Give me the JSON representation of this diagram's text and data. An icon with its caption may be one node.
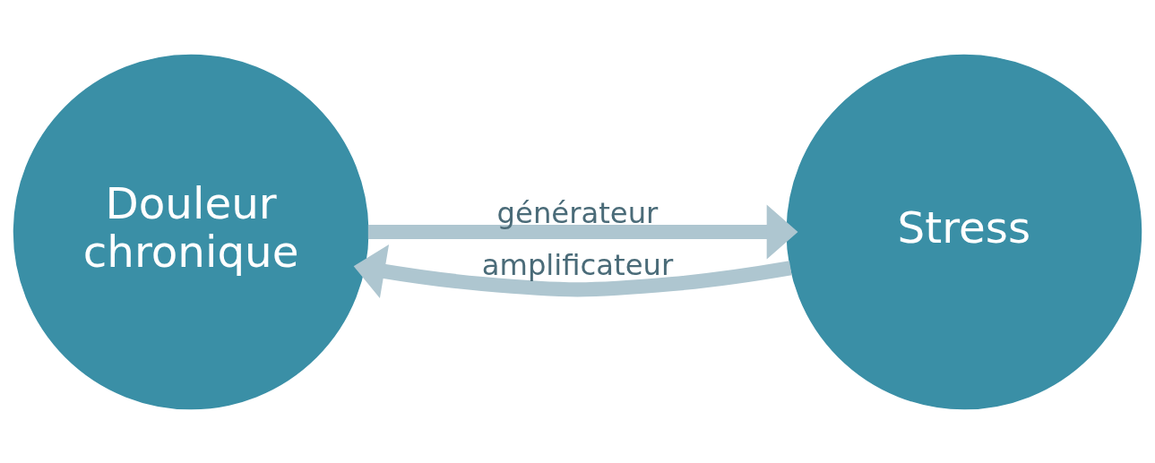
{
  "diagram": {
    "nodes": [
      {
        "text": [
          "Douleur chronique"
        ]
      },
      {
        "text": [
          "Stress"
        ]
      }
    ],
    "edges": [
      {
        "from": 0,
        "to": 1,
        "arrow": "to",
        "label": "générateur"
      },
      {
        "from": 1,
        "to": 0,
        "arrow": "to",
        "label": "amplificateur"
      }
    ]
  }
}
